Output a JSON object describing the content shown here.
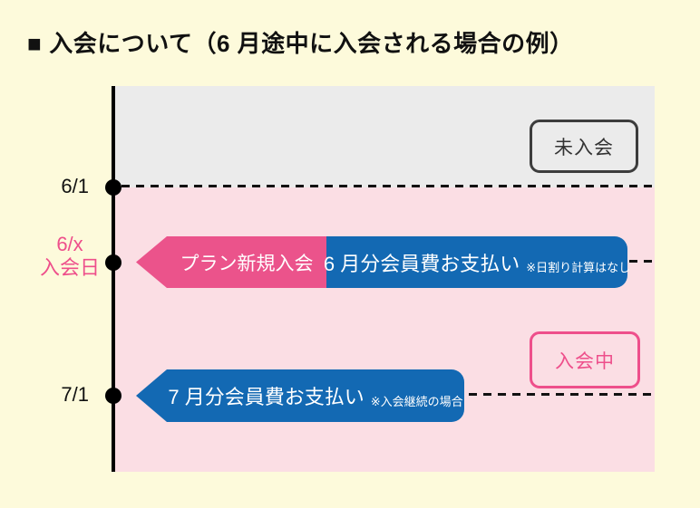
{
  "title": {
    "bullet": "■",
    "text": "入会について（6 月途中に入会される場合の例）"
  },
  "timeline": {
    "labels": {
      "june1": "6/1",
      "junex_date": "6/x",
      "junex_caption": "入会日",
      "july1": "7/1"
    },
    "badges": {
      "not_member": "未入会",
      "member": "入会中"
    },
    "events": {
      "plan_join": "プラン新規入会",
      "june_fee": "6 月分会員費お支払い",
      "june_fee_note": "※日割り計算はなし",
      "july_fee": "7 月分会員費お支払い",
      "july_fee_note": "※入会継続の場合"
    }
  },
  "colors": {
    "page_background": "#FDFADB",
    "not_member_band": "#EBEBEB",
    "member_band": "#FBDEE4",
    "pink_accent": "#EB538B",
    "pink_text": "#EE4F8B",
    "blue_accent": "#1369B3",
    "badge_gray_border": "#3C3C3C",
    "axis_black": "#000000"
  }
}
